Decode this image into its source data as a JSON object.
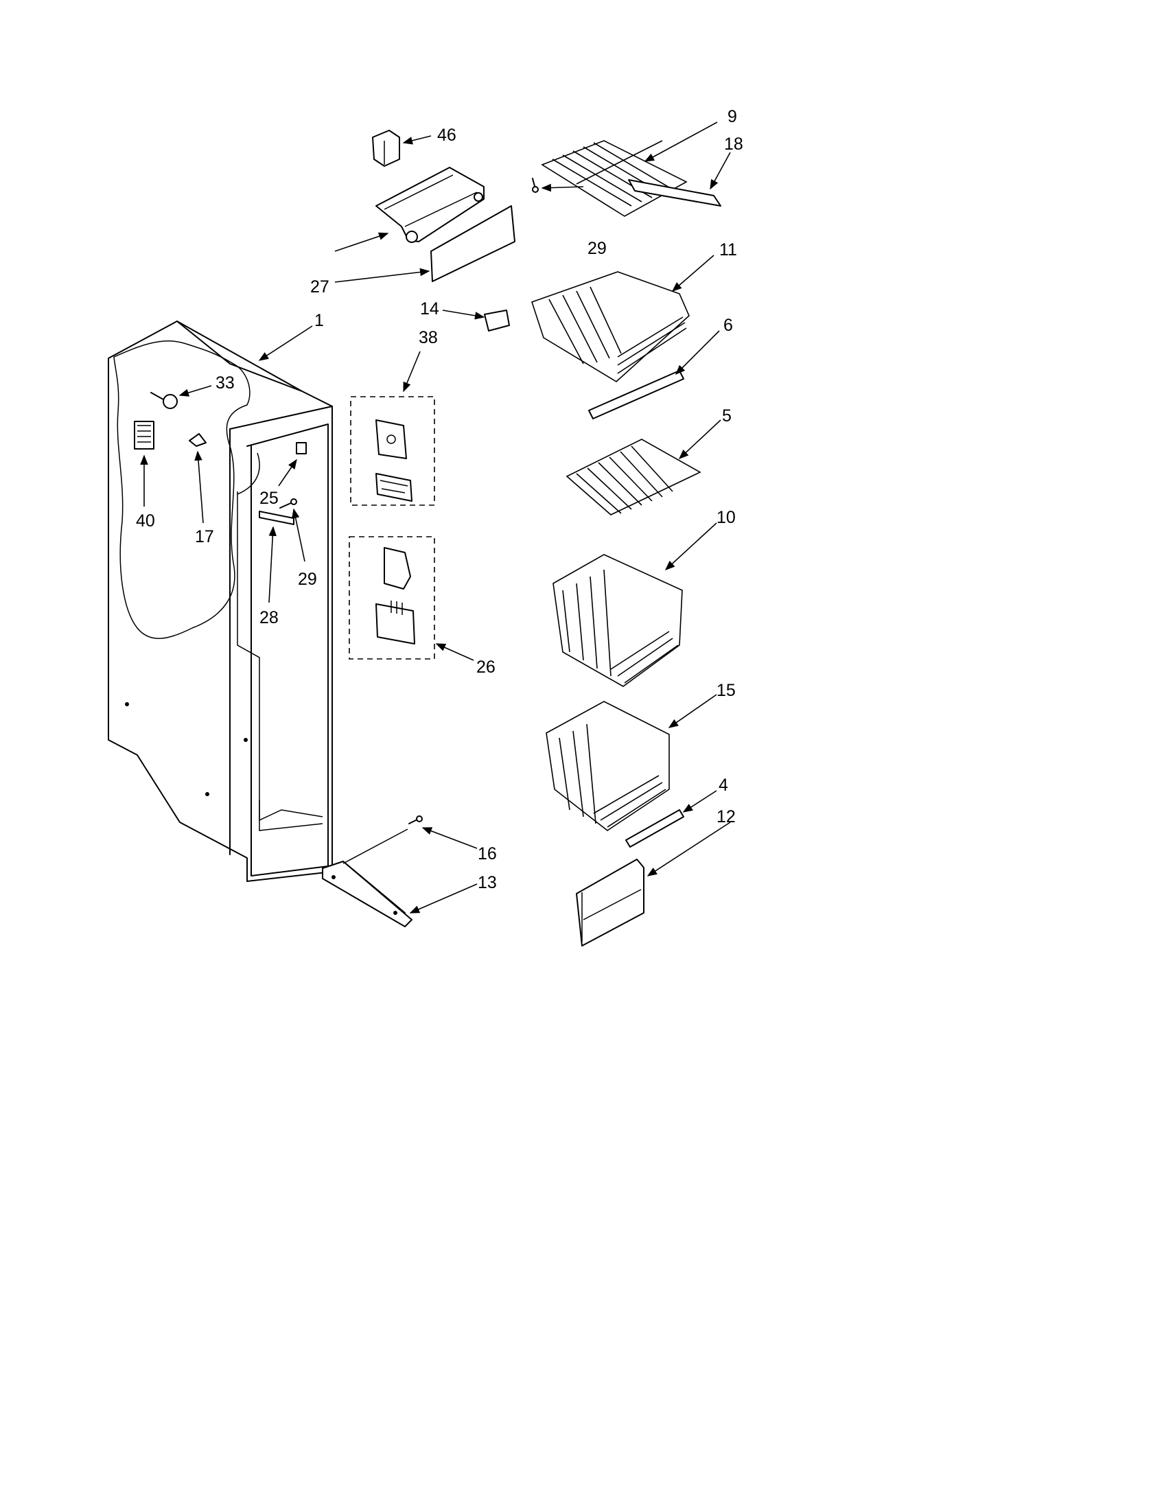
{
  "callouts": {
    "c46": "46",
    "c9": "9",
    "c18": "18",
    "c29a": "29",
    "c11": "11",
    "c27": "27",
    "c14": "14",
    "c1": "1",
    "c38": "38",
    "c6": "6",
    "c33": "33",
    "c5": "5",
    "c25": "25",
    "c40": "40",
    "c17": "17",
    "c29b": "29",
    "c10": "10",
    "c28": "28",
    "c26": "26",
    "c15": "15",
    "c4": "4",
    "c12": "12",
    "c16": "16",
    "c13": "13"
  }
}
